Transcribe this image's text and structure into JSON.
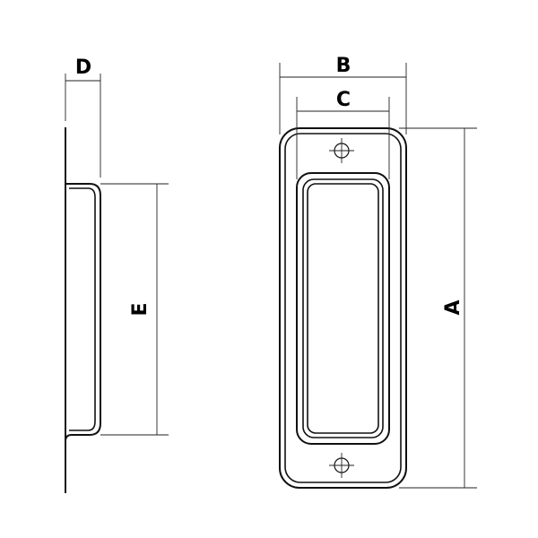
{
  "labels": {
    "D": "D",
    "B": "B",
    "C": "C",
    "E": "E",
    "A": "A"
  }
}
